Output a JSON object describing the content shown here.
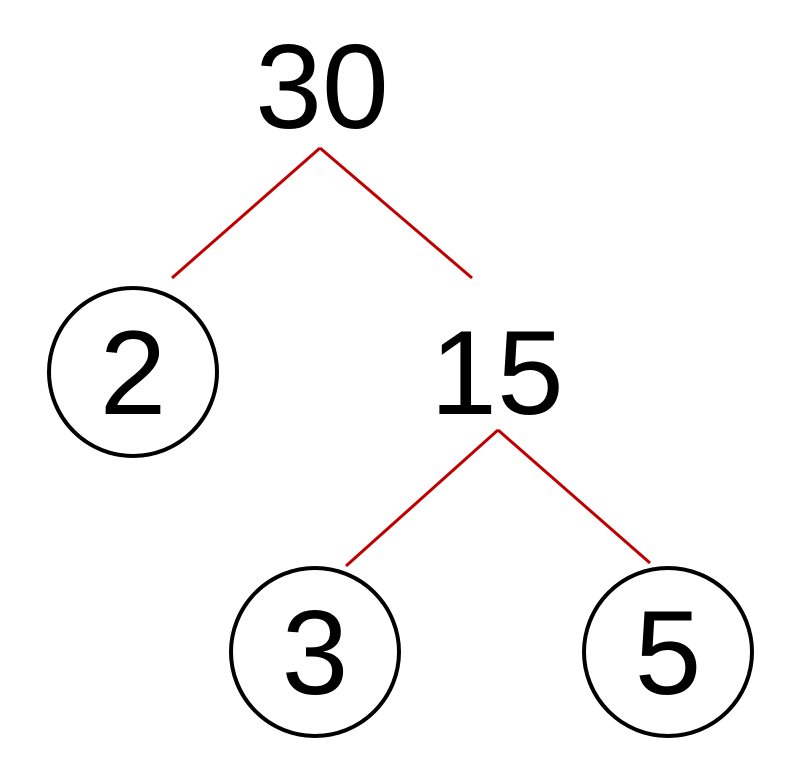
{
  "tree": {
    "root": "30",
    "left_prime": "2",
    "composite": "15",
    "prime_3": "3",
    "prime_5": "5"
  },
  "colors": {
    "branch": "#c00000",
    "text": "#000000",
    "circle": "#000000"
  }
}
